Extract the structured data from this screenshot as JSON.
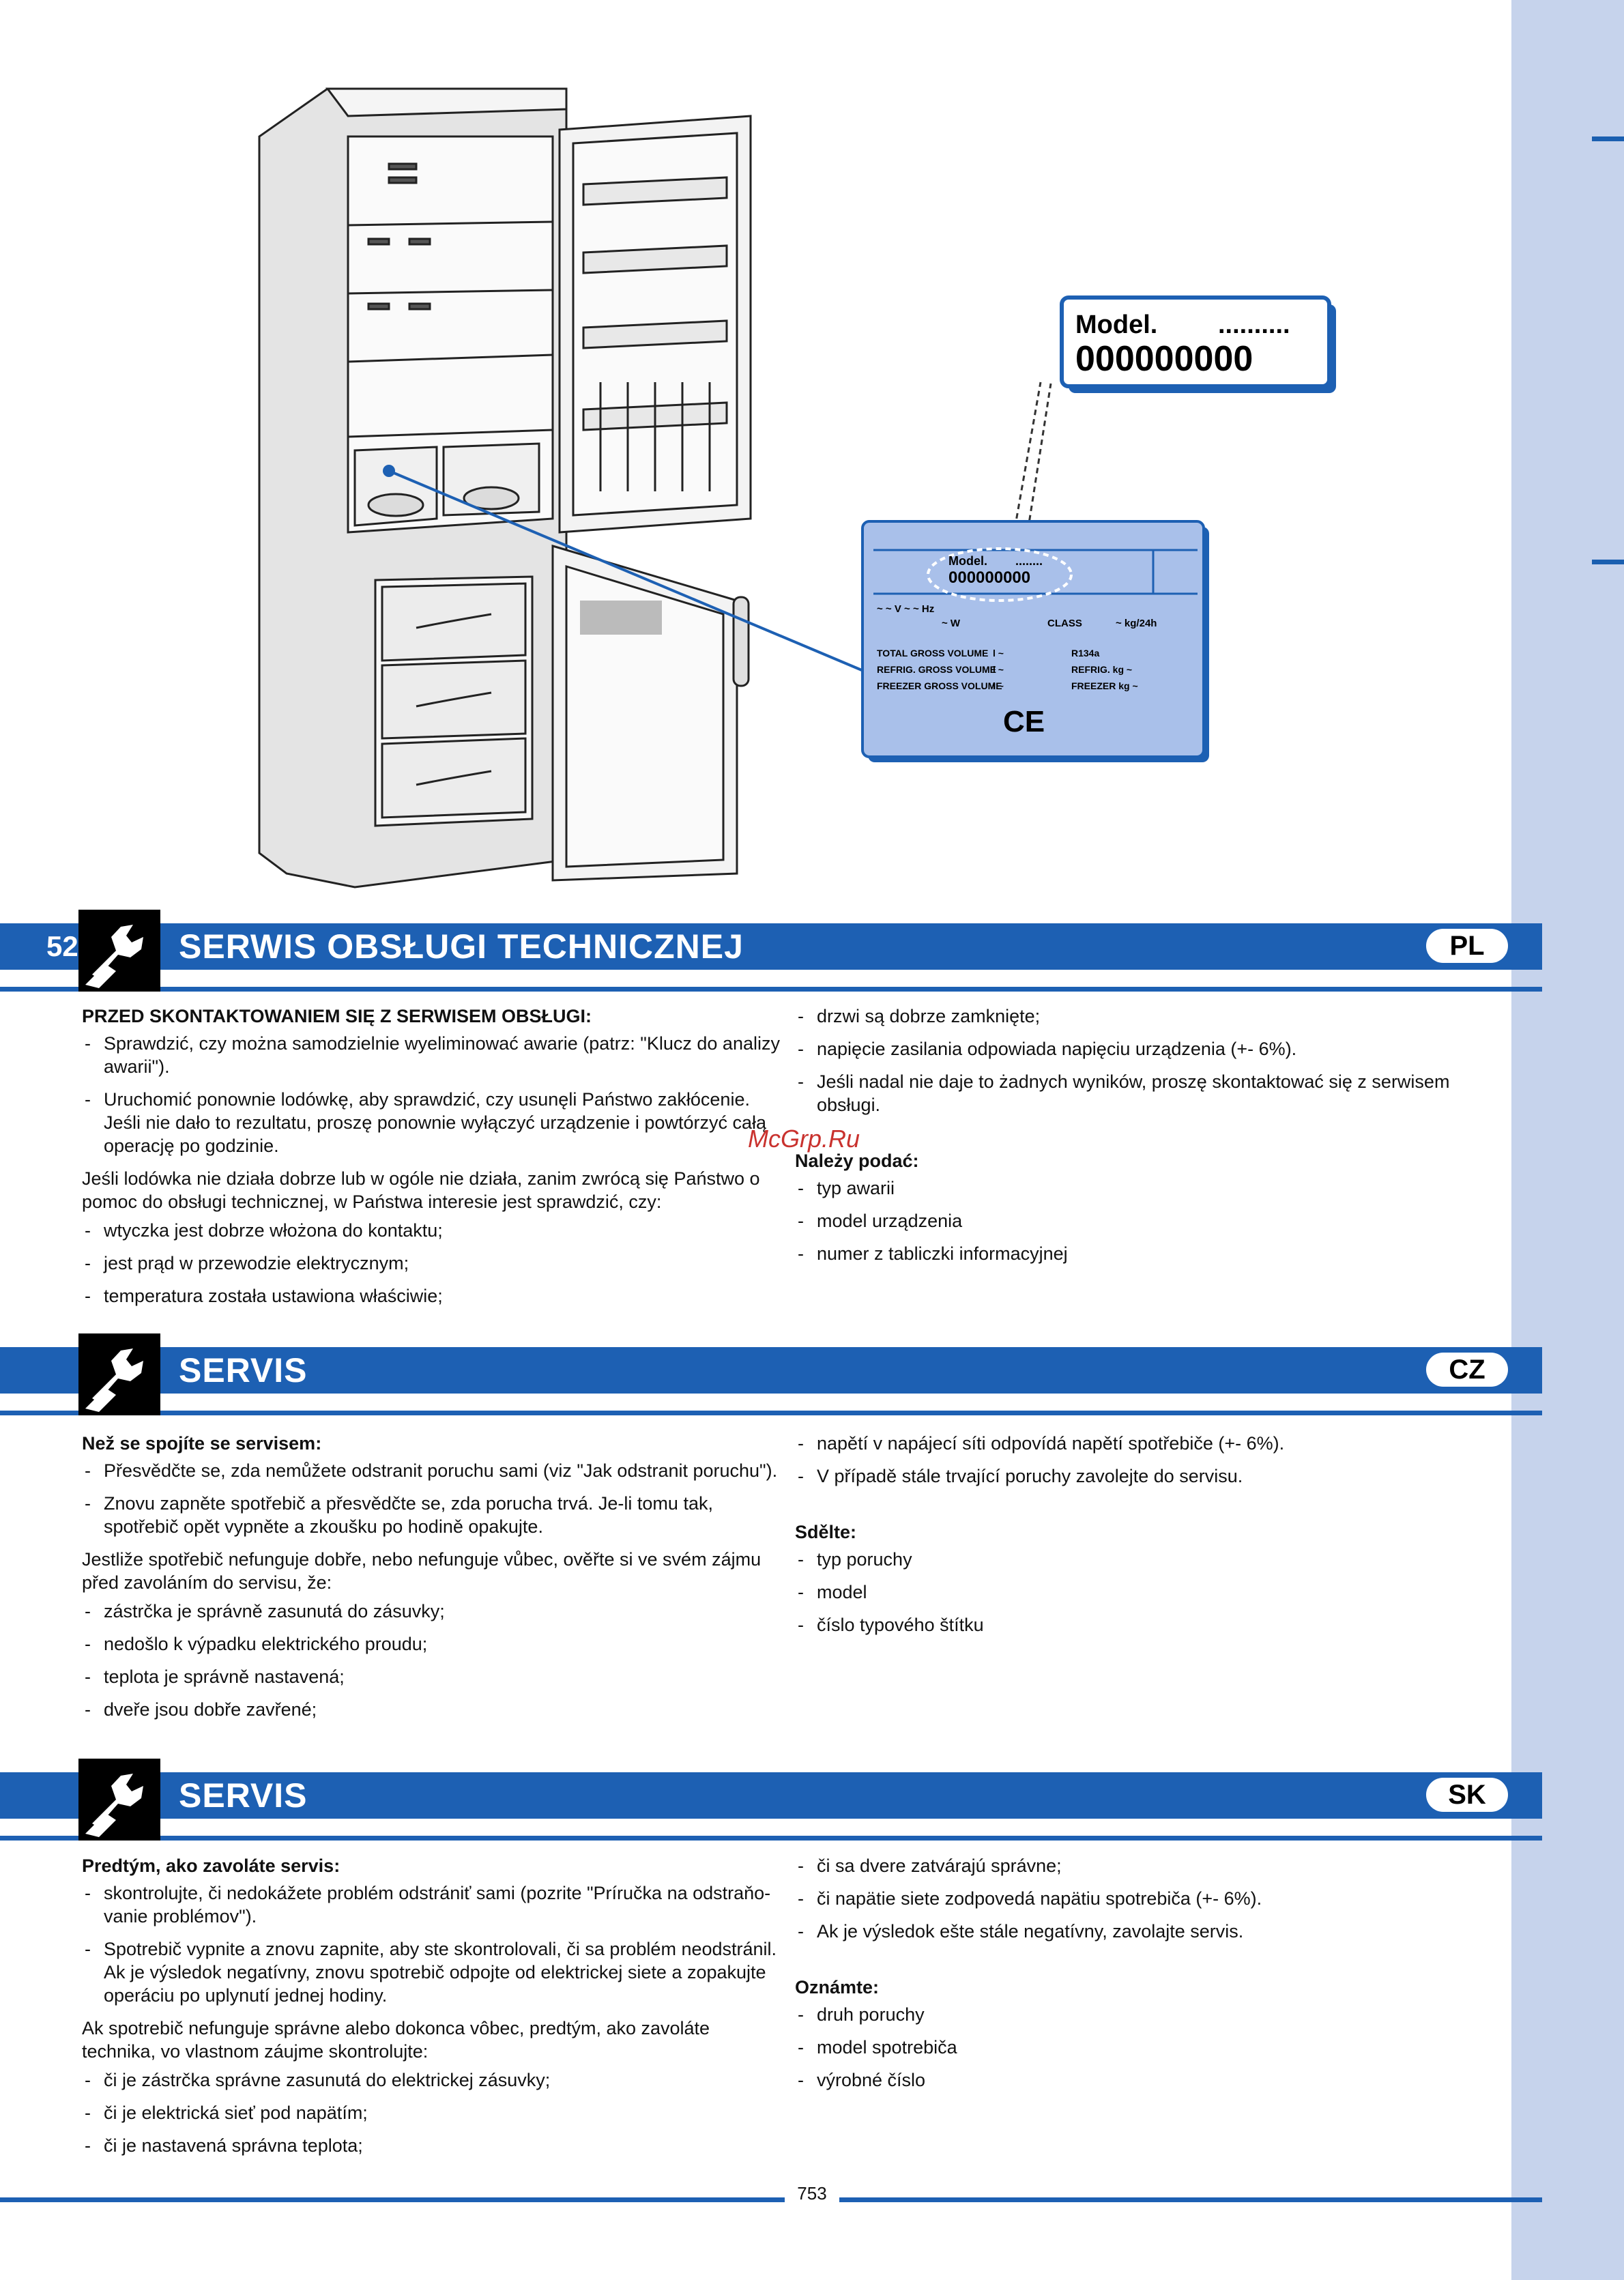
{
  "illustration": {
    "model_label": "Model.",
    "model_dots": "..........",
    "model_number": "000000000",
    "plate": {
      "model_label": "Model.",
      "model_dots": "........",
      "model_number": "000000000",
      "row1": "~ ~ V  ~  ~ Hz",
      "row2": "~ W",
      "class_label": "CLASS",
      "class_value": "~ kg/24h",
      "total_gross_volume": "TOTAL GROSS VOLUME",
      "refrig_gross_volume": "REFRIG. GROSS VOLUME",
      "freezer_gross_volume": "FREEZER GROSS VOLUME",
      "unit_l": "l ~",
      "refrigerant": "R134a",
      "refrig_kg": "REFRIG.   kg ~",
      "freezer_kg": "FREEZER   kg ~",
      "ce": "CE"
    }
  },
  "sections": {
    "pl": {
      "page_number": "52",
      "title": "SERWIS OBSŁUGI TECHNICZNEJ",
      "lang": "PL",
      "left": {
        "heading": "PRZED SKONTAKTOWANIEM SIĘ Z SERWISEM OBSŁUGI:",
        "items1": [
          "Sprawdzić, czy można samodzielnie wyeliminować awarie (patrz: \"Klucz do analizy awarii\").",
          "Uruchomić ponownie lodówkę, aby sprawdzić, czy usunęli Państwo zakłócenie. Jeśli nie dało to rezultatu, proszę ponownie wyłączyć urządzenie i powtórzyć całą operację po godzinie."
        ],
        "paragraph": "Jeśli lodówka nie działa dobrze lub w ogóle nie działa, zanim zwrócą się Państwo o pomoc do obsługi technicznej, w Państwa interesie jest sprawdzić, czy:",
        "items2": [
          "wtyczka jest dobrze włożona do kontaktu;",
          "jest prąd w przewodzie elektrycznym;",
          "temperatura została ustawiona właściwie;"
        ]
      },
      "right": {
        "items1": [
          "drzwi są dobrze zamknięte;",
          "napięcie zasilania odpowiada napięciu urządzenia (+- 6%).",
          "Jeśli nadal nie daje to żadnych wyników, proszę skontaktować się z serwisem obsługi."
        ],
        "heading": "Należy podać:",
        "items2": [
          "typ awarii",
          "model urządzenia",
          "numer z tabliczki informacyjnej"
        ]
      }
    },
    "cz": {
      "title": "SERVIS",
      "lang": "CZ",
      "left": {
        "heading": "Než se spojíte se servisem:",
        "items1": [
          "Přesvědčte se, zda nemůžete odstranit poruchu sami (viz \"Jak odstranit poruchu\").",
          "Znovu zapněte spotřebič a přesvědčte se, zda porucha trvá. Je-li tomu tak, spotřebič opět vypněte a zkoušku po hodině opakujte."
        ],
        "paragraph": "Jestliže spotřebič nefunguje dobře, nebo nefunguje vůbec, ověřte si ve svém zájmu před zavoláním do servisu, že:",
        "items2": [
          "zástrčka je správně zasunutá do zásuvky;",
          "nedošlo k výpadku elektrického proudu;",
          "teplota je správně nastavená;",
          "dveře jsou dobře zavřené;"
        ]
      },
      "right": {
        "items1": [
          "napětí v napájecí síti odpovídá napětí spotřebiče (+- 6%).",
          "V případě stále trvající poruchy zavolejte do servisu."
        ],
        "heading": "Sdělte:",
        "items2": [
          "typ poruchy",
          "model",
          "číslo typového štítku"
        ]
      }
    },
    "sk": {
      "title": "SERVIS",
      "lang": "SK",
      "left": {
        "heading": "Predtým, ako zavoláte servis:",
        "items1": [
          "skontrolujte, či nedokážete problém odstrániť sami (pozrite \"Príručka na odstraňo-vanie problémov\").",
          "Spotrebič vypnite a znovu zapnite, aby ste skontrolovali, či sa problém neodstránil. Ak je výsledok negatívny, znovu spotrebič odpojte od elektrickej siete a zopakujte operáciu po uplynutí jednej hodiny."
        ],
        "paragraph": "Ak spotrebič nefunguje správne alebo dokonca vôbec, predtým, ako zavoláte technika, vo vlastnom záujme skontrolujte:",
        "items2": [
          "či je zástrčka správne zasunutá do elektrickej zásuvky;",
          "či je elektrická sieť pod napätím;",
          "či je nastavená správna teplota;"
        ]
      },
      "right": {
        "items1": [
          "či sa dvere zatvárajú správne;",
          "či napätie siete zodpovedá napätiu spotrebiča (+- 6%).",
          "Ak je výsledok ešte stále negatívny, zavolajte servis."
        ],
        "heading": "Oznámte:",
        "items2": [
          "druh poruchy",
          "model spotrebiča",
          "výrobné číslo"
        ]
      }
    }
  },
  "footer": {
    "page": "753"
  },
  "watermark": "McGrp.Ru",
  "colors": {
    "accent": "#1d60b3",
    "sidebar": "#c6d3ec",
    "plate": "#a9c0ea",
    "watermark": "#c9322e"
  }
}
